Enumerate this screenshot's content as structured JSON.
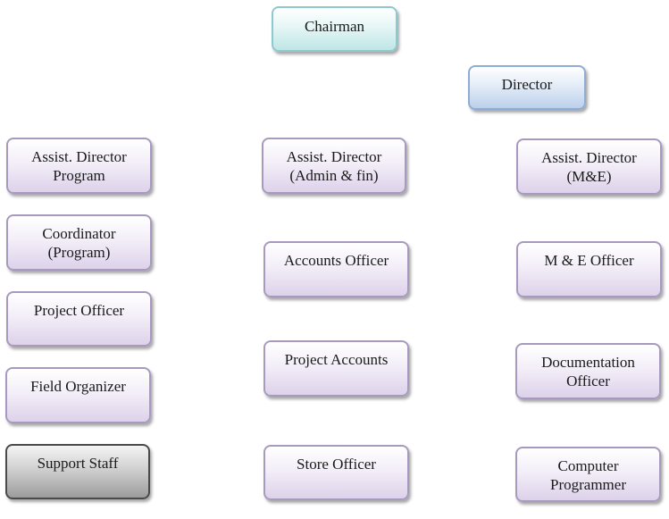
{
  "chart": {
    "chairman": "Chairman",
    "director": "Director",
    "program_column": [
      "Assist.  Director\nProgram",
      "Coordinator\n(Program)",
      "Project Officer",
      "Field Organizer",
      "Support Staff"
    ],
    "admin_column": [
      "Assist.  Director\n(Admin & fin)",
      "Accounts Officer",
      "Project Accounts",
      "Store Officer"
    ],
    "me_column": [
      "Assist. Director\n(M&E)",
      "M & E Officer",
      "Documentation\nOfficer",
      "Computer\nProgrammer"
    ]
  }
}
